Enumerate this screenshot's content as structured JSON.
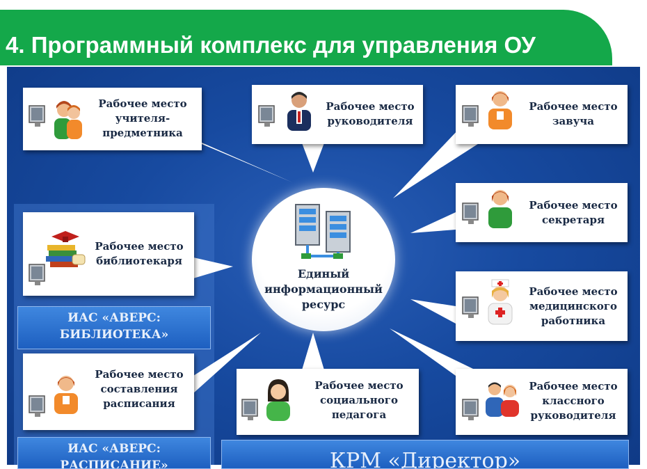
{
  "title": "4. Программный комплекс для управления ОУ",
  "center": {
    "label": "Единый\nинформационный\nресурс"
  },
  "workplaces": [
    "Рабочее место\nучителя-\nпредметника",
    "Рабочее место\nруководителя",
    "Рабочее место\nзавуча",
    "Рабочее место\nсекретаря",
    "Рабочее место\nбиблиотекаря",
    "Рабочее место\nмедицинского\nработника",
    "Рабочее место\nсоставления\nрасписания",
    "Рабочее место\nсоциального\nпедагога",
    "Рабочее место\nклассного\nруководителя"
  ],
  "ias_library": "ИАС «АВЕРС:\nБИБЛИОТЕКА»",
  "ias_schedule": "ИАС «АВЕРС:\nРАСПИСАНИЕ»",
  "krm": "КРМ «Директор»",
  "colors": {
    "title_green": "#14a84a",
    "board_blue": "#174aa0",
    "card_white": "#ffffff"
  },
  "icons": [
    "monitor-icon",
    "teacher-icon",
    "director-icon",
    "head-teacher-icon",
    "secretary-icon",
    "books-icon",
    "server-icon",
    "nurse-icon",
    "schedule-person-icon",
    "social-worker-icon",
    "class-teacher-icon"
  ]
}
